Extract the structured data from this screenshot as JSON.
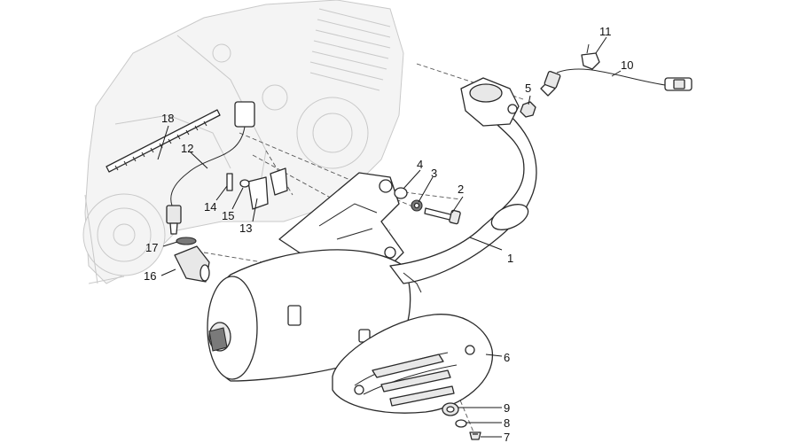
{
  "callouts": {
    "c1": "1",
    "c2": "2",
    "c3": "3",
    "c4": "4",
    "c5": "5",
    "c6": "6",
    "c7": "7",
    "c8": "8",
    "c9": "9",
    "c10": "10",
    "c11": "11",
    "c12": "12",
    "c13": "13",
    "c14": "14",
    "c15": "15",
    "c16": "16",
    "c17": "17",
    "c18": "18"
  },
  "colors": {
    "ink": "#2a2a2a",
    "ghost": "#c9c9c9",
    "background": "#ffffff"
  }
}
